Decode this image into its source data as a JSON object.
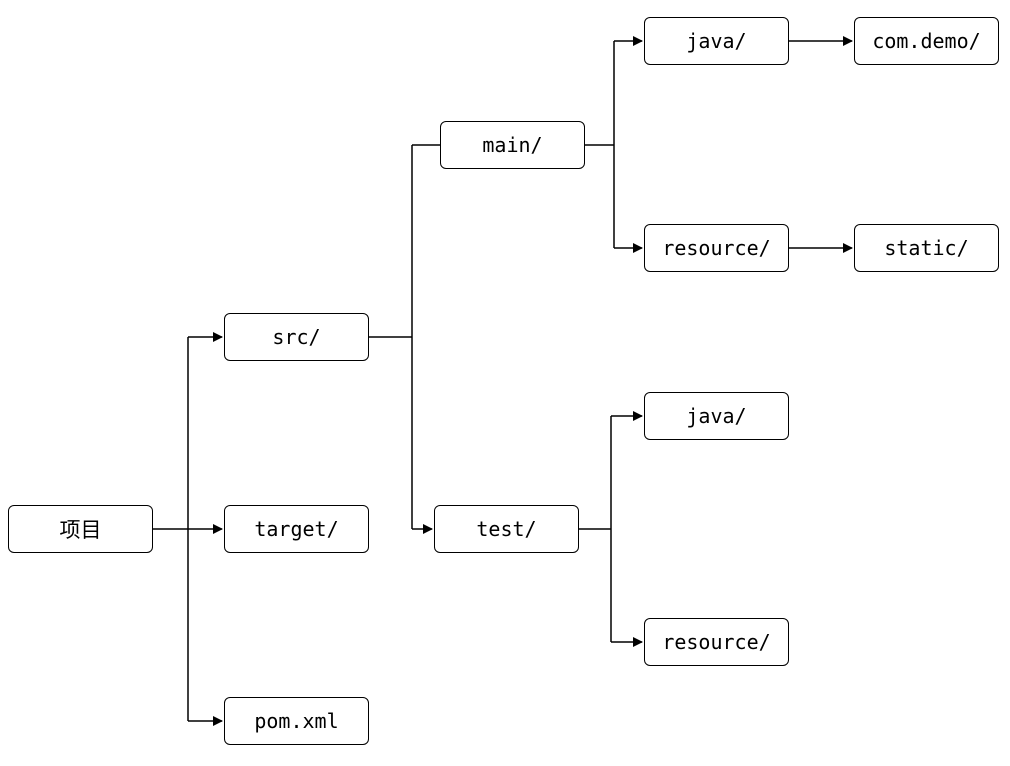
{
  "nodes": {
    "root": "项目",
    "src": "src/",
    "target": "target/",
    "pom": "pom.xml",
    "main": "main/",
    "test": "test/",
    "main_java": "java/",
    "main_resource": "resource/",
    "com_demo": "com.demo/",
    "static": "static/",
    "test_java": "java/",
    "test_resource": "resource/"
  },
  "edges": [
    {
      "from": "root",
      "to": "src"
    },
    {
      "from": "root",
      "to": "target"
    },
    {
      "from": "root",
      "to": "pom"
    },
    {
      "from": "src",
      "to": "main"
    },
    {
      "from": "src",
      "to": "test"
    },
    {
      "from": "main",
      "to": "main_java"
    },
    {
      "from": "main",
      "to": "main_resource"
    },
    {
      "from": "main_java",
      "to": "com_demo"
    },
    {
      "from": "main_resource",
      "to": "static"
    },
    {
      "from": "test",
      "to": "test_java"
    },
    {
      "from": "test",
      "to": "test_resource"
    }
  ]
}
